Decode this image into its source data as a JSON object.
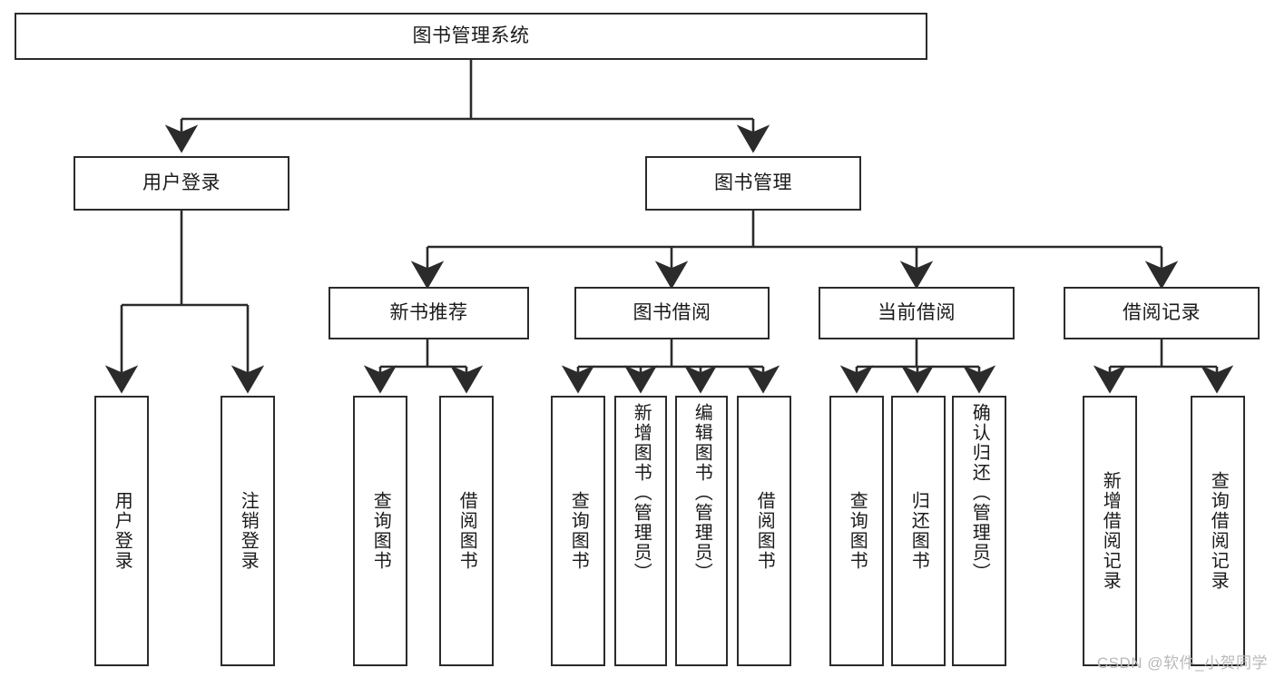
{
  "diagram": {
    "title_node": {
      "label": "图书管理系统"
    },
    "level2": [
      {
        "id": "user-login",
        "label": "用户登录"
      },
      {
        "id": "book-management",
        "label": "图书管理"
      }
    ],
    "level3": [
      {
        "id": "new-book-recommend",
        "label": "新书推荐"
      },
      {
        "id": "book-borrow",
        "label": "图书借阅"
      },
      {
        "id": "current-borrow",
        "label": "当前借阅"
      },
      {
        "id": "borrow-record",
        "label": "借阅记录"
      }
    ],
    "leaves": [
      {
        "id": "leaf-user-login",
        "label": "用户登录"
      },
      {
        "id": "leaf-logout-login",
        "label": "注销登录"
      },
      {
        "id": "leaf-query-book-1",
        "label": "查询图书"
      },
      {
        "id": "leaf-borrow-book-1",
        "label": "借阅图书"
      },
      {
        "id": "leaf-query-book-2",
        "label": "查询图书"
      },
      {
        "id": "leaf-add-book-admin",
        "label": "新增图书（管理员）"
      },
      {
        "id": "leaf-edit-book-admin",
        "label": "编辑图书（管理员）"
      },
      {
        "id": "leaf-borrow-book-2",
        "label": "借阅图书"
      },
      {
        "id": "leaf-query-book-3",
        "label": "查询图书"
      },
      {
        "id": "leaf-return-book",
        "label": "归还图书"
      },
      {
        "id": "leaf-confirm-return-admin",
        "label": "确认归还（管理员）"
      },
      {
        "id": "leaf-add-borrow-record",
        "label": "新增借阅记录"
      },
      {
        "id": "leaf-query-borrow-record",
        "label": "查询借阅记录"
      }
    ]
  },
  "watermark": {
    "text": "CSDN @软件_小贺同学"
  },
  "colors": {
    "stroke": "#2b2b2b",
    "background": "#ffffff",
    "text": "#1a1a1a",
    "watermark": "#b9b9b9"
  }
}
